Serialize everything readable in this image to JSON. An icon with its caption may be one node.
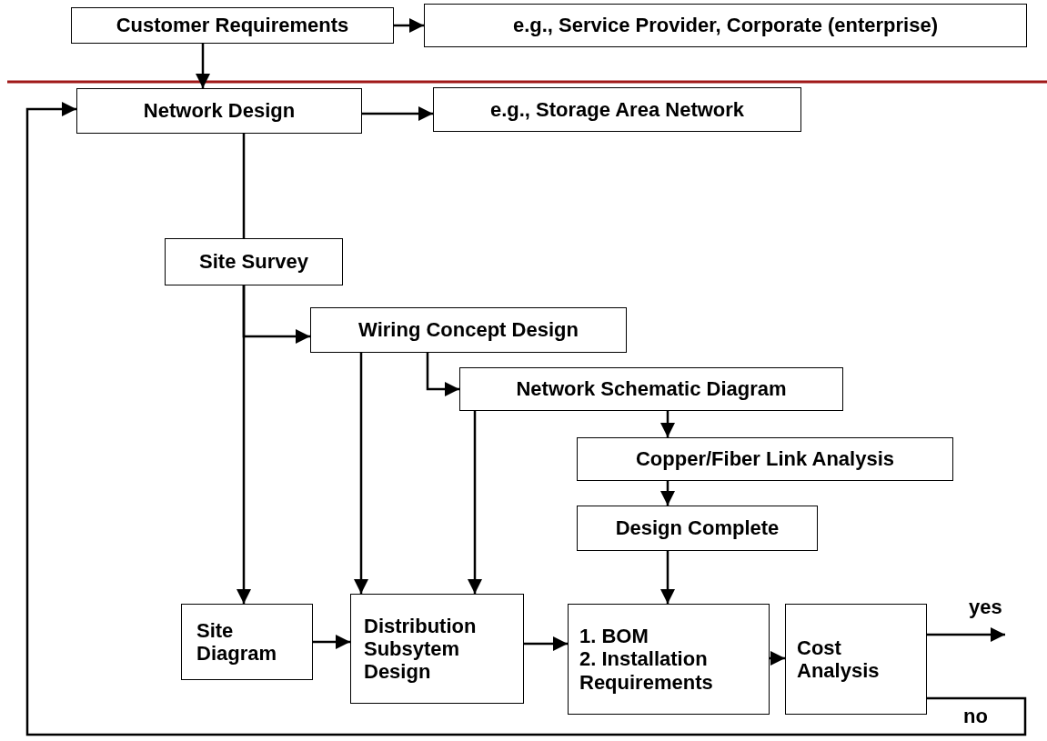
{
  "diagram": {
    "nodes": [
      {
        "text": [
          "Customer Requirements"
        ]
      },
      {
        "text": [
          "e.g., Service Provider, Corporate (enterprise)"
        ]
      },
      {
        "text": [
          "Network Design"
        ]
      },
      {
        "text": [
          "e.g., Storage Area Network"
        ]
      },
      {
        "text": [
          "Site Survey"
        ]
      },
      {
        "text": [
          "Wiring Concept Design"
        ]
      },
      {
        "text": [
          "Network Schematic Diagram"
        ]
      },
      {
        "text": [
          "Copper/Fiber Link Analysis"
        ]
      },
      {
        "text": [
          "Design Complete"
        ]
      },
      {
        "text": [
          "Site Diagram"
        ]
      },
      {
        "text": [
          "Distribution Subsytem Design"
        ]
      },
      {
        "text": [
          "1. BOM",
          "2. Installation Requirements"
        ]
      },
      {
        "text": [
          "Cost Analysis"
        ]
      }
    ],
    "edges": [
      {
        "from": 0,
        "to": 1,
        "arrow": "to"
      },
      {
        "from": 0,
        "to": 2,
        "arrow": "to"
      },
      {
        "from": 2,
        "to": 3,
        "arrow": "to"
      },
      {
        "from": 2,
        "to": 4,
        "arrow": "none"
      },
      {
        "from": 4,
        "to": 5,
        "arrow": "to"
      },
      {
        "from": 4,
        "to": 9,
        "arrow": "to"
      },
      {
        "from": 5,
        "to": 6,
        "arrow": "to"
      },
      {
        "from": 5,
        "to": 10,
        "arrow": "to"
      },
      {
        "from": 6,
        "to": 10,
        "arrow": "to"
      },
      {
        "from": 6,
        "to": 7,
        "arrow": "to"
      },
      {
        "from": 7,
        "to": 8,
        "arrow": "to"
      },
      {
        "from": 8,
        "to": 11,
        "arrow": "to"
      },
      {
        "from": 9,
        "to": 10,
        "arrow": "to"
      },
      {
        "from": 10,
        "to": 11,
        "arrow": "to"
      },
      {
        "from": 11,
        "to": 12,
        "arrow": "to"
      },
      {
        "from": 12,
        "to": null,
        "label": "yes",
        "arrow": "to"
      },
      {
        "from": 12,
        "to": 2,
        "label": "no",
        "arrow": "to"
      }
    ]
  }
}
